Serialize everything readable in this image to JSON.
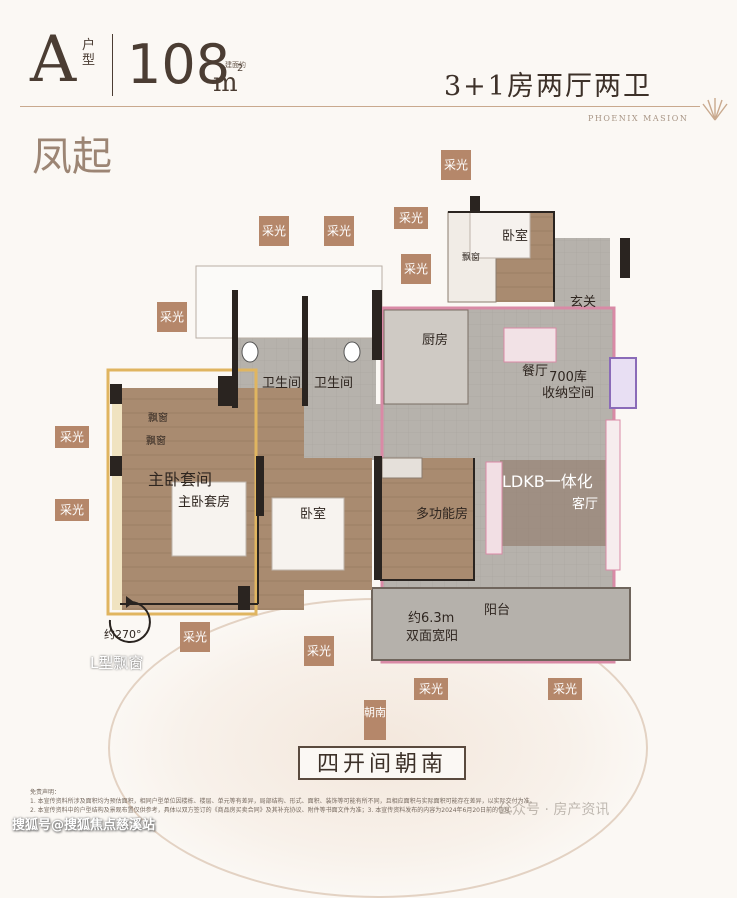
{
  "header": {
    "type_letter": "A",
    "type_suffix": "户型",
    "area": "108",
    "area_note": "建面约",
    "area_unit": "m",
    "area_unit_sup": "2",
    "layout": "3+1房两厅两卫",
    "brand": "PHOENIX MASION"
  },
  "project_name": "凤起",
  "light_tag": "采光",
  "rooms": {
    "bedroom_north": "卧室",
    "bay_window_north": "飘窗",
    "entry": "玄关",
    "kitchen": "厨房",
    "bathroom1": "卫生间",
    "bathroom2": "卫生间",
    "dining": "餐厅",
    "storage": "700库\n收纳空间",
    "master_suite": "主卧套间",
    "master_bedroom": "主卧套房",
    "bay_window_a": "飘窗",
    "bay_window_b": "飘窗",
    "bedroom": "卧室",
    "multi_room": "多功能房",
    "ldkb": "LDKB一体化",
    "living": "客厅",
    "balcony": "阳台",
    "balcony_note1": "约6.3m",
    "balcony_note2": "双面宽阳"
  },
  "angle": "约270°",
  "l_window": "L型飘窗",
  "south_tag": "朝南",
  "banner": "四开间朝南",
  "notes": [
    "免责声明：",
    "1. 本宣传资料所涉及面积均为预估面积，相同户型单位因楼栋、楼层、单元等有差异，局部结构、形式、面积、装饰等可能有所不同，且相应面积与实际面积可能存在差异，以实际交付为准。",
    "2. 本宣传资料中的户型结构及景观布置仅供参考，具体以双方签订的《商品房买卖合同》及其补充协议、附件等书面文件为准；3. 本宣传资料发布的内容为2024年6月20日前的信息。"
  ],
  "watermark": "搜狐号@搜狐焦点慈溪站",
  "watermark2": "公众号 · 房产资讯",
  "colors": {
    "accent": "#b5876a",
    "wood": "#a88a6e",
    "tile": "#b0aca6",
    "pink_outline": "#d98aa6",
    "gold_outline": "#e0b560"
  }
}
